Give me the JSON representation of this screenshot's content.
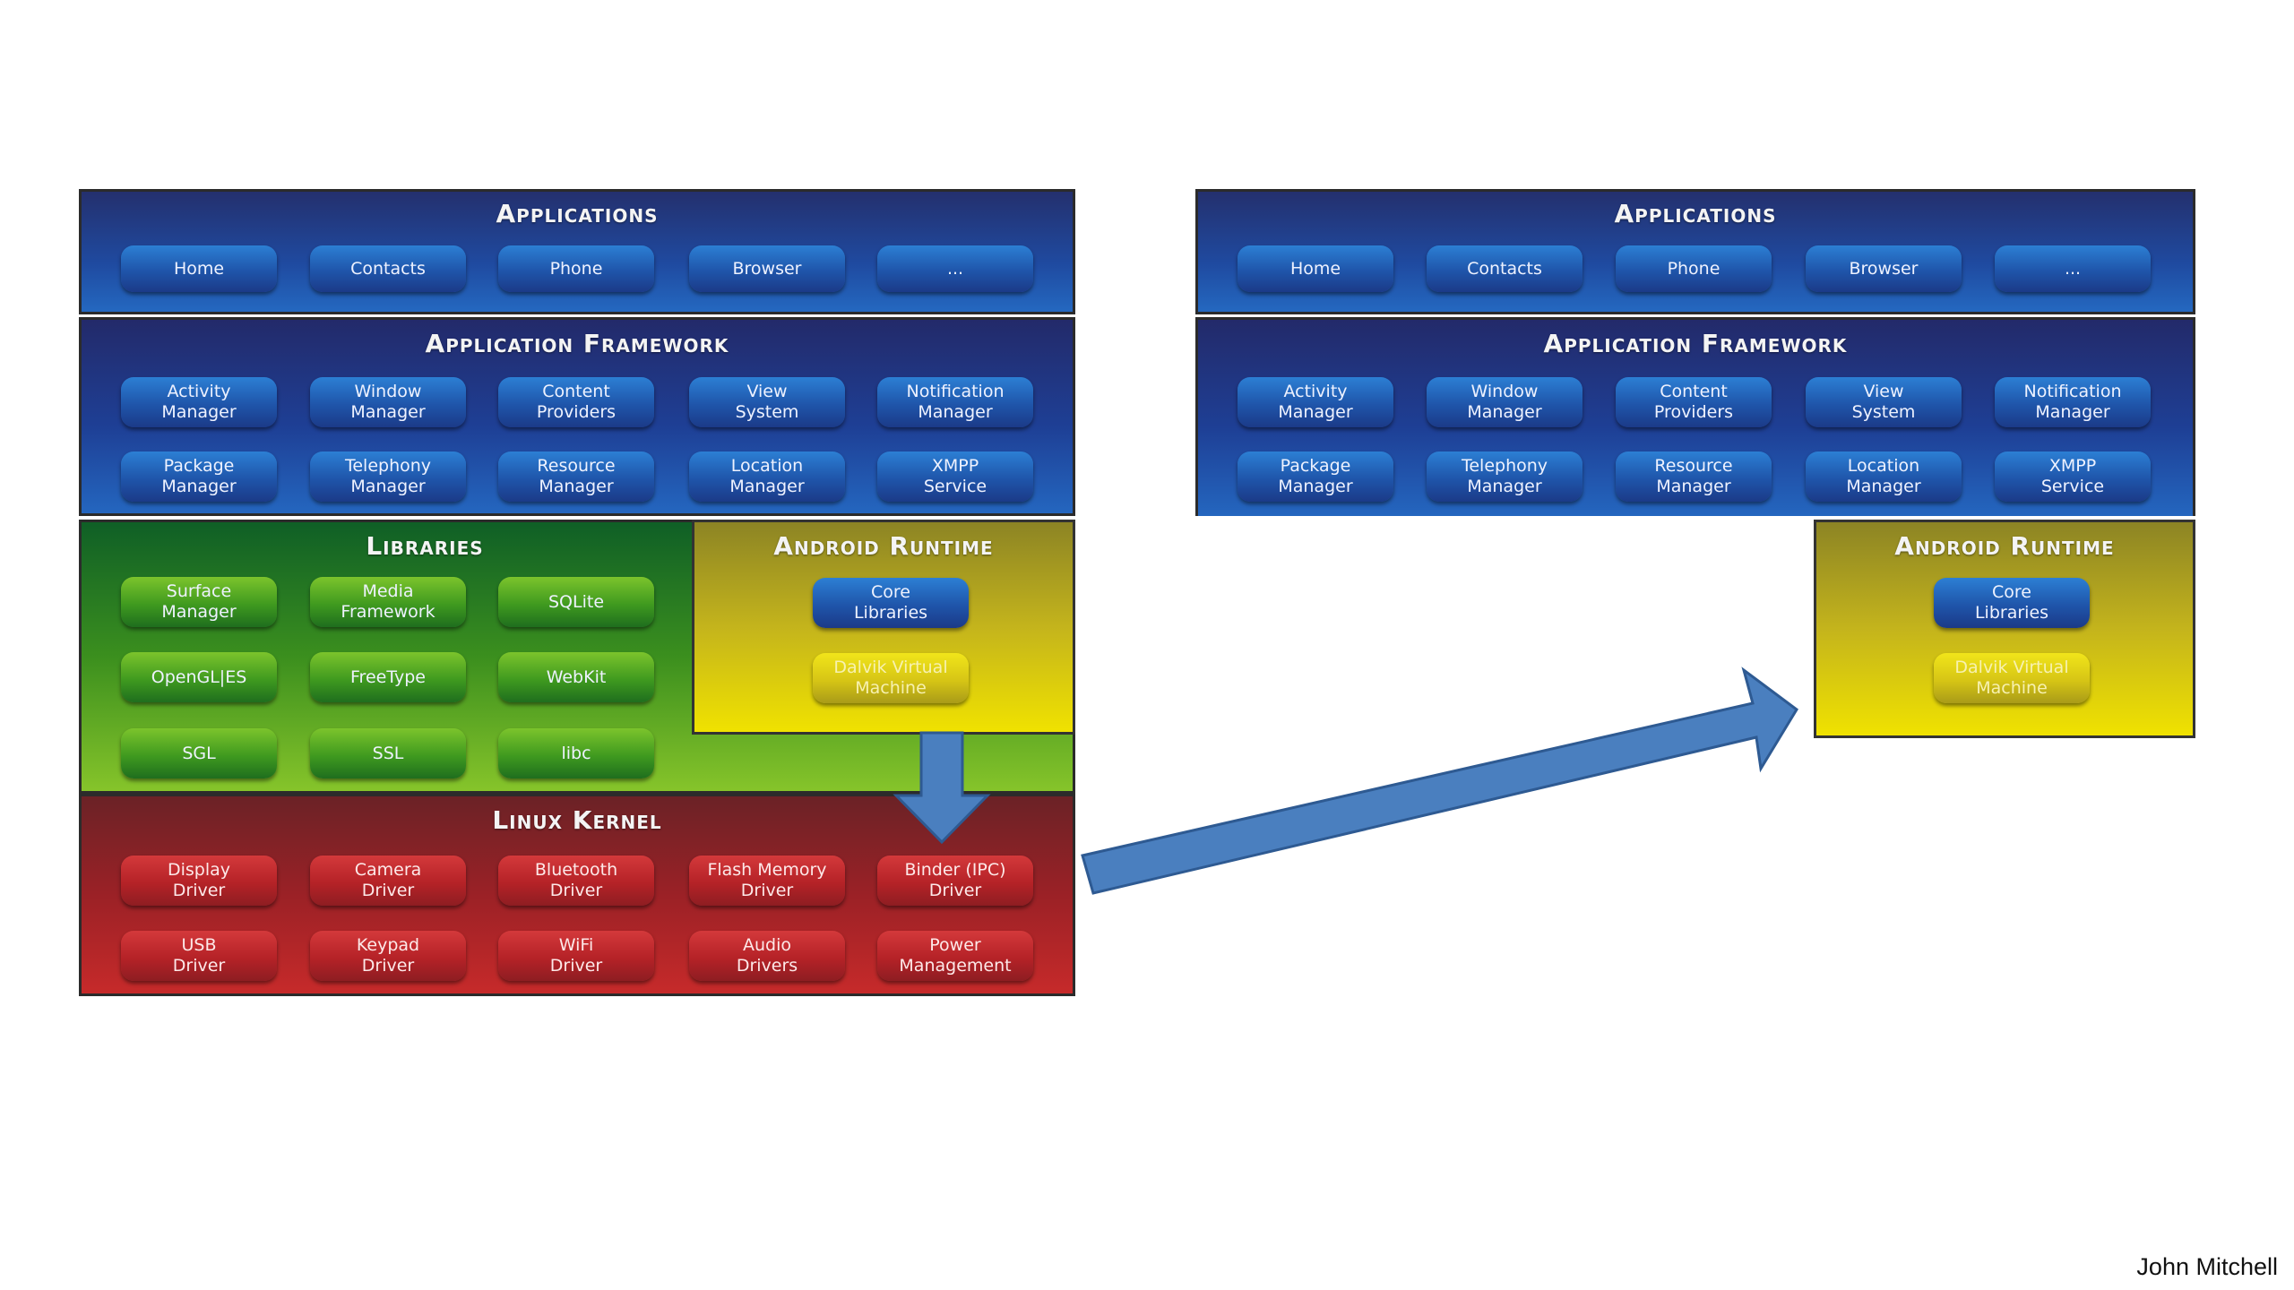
{
  "left_stack": {
    "applications": {
      "title": "Applications",
      "items": [
        "Home",
        "Contacts",
        "Phone",
        "Browser",
        "..."
      ]
    },
    "framework": {
      "title": "Application Framework",
      "row1": [
        "Activity\nManager",
        "Window\nManager",
        "Content\nProviders",
        "View\nSystem",
        "Notification\nManager"
      ],
      "row2": [
        "Package\nManager",
        "Telephony\nManager",
        "Resource\nManager",
        "Location\nManager",
        "XMPP\nService"
      ]
    },
    "libraries": {
      "title": "Libraries",
      "items": [
        "Surface\nManager",
        "Media\nFramework",
        "SQLite",
        "OpenGL|ES",
        "FreeType",
        "WebKit",
        "SGL",
        "SSL",
        "libc"
      ]
    },
    "runtime": {
      "title": "Android Runtime",
      "items": [
        "Core\nLibraries",
        "Dalvik Virtual\nMachine"
      ]
    },
    "kernel": {
      "title": "Linux Kernel",
      "row1": [
        "Display\nDriver",
        "Camera\nDriver",
        "Bluetooth\nDriver",
        "Flash Memory\nDriver",
        "Binder (IPC)\nDriver"
      ],
      "row2": [
        "USB\nDriver",
        "Keypad\nDriver",
        "WiFi\nDriver",
        "Audio\nDrivers",
        "Power\nManagement"
      ]
    }
  },
  "right_stack": {
    "applications": {
      "title": "Applications",
      "items": [
        "Home",
        "Contacts",
        "Phone",
        "Browser",
        "..."
      ]
    },
    "framework": {
      "title": "Application Framework",
      "row1": [
        "Activity\nManager",
        "Window\nManager",
        "Content\nProviders",
        "View\nSystem",
        "Notification\nManager"
      ],
      "row2": [
        "Package\nManager",
        "Telephony\nManager",
        "Resource\nManager",
        "Location\nManager",
        "XMPP\nService"
      ]
    },
    "runtime": {
      "title": "Android Runtime",
      "items": [
        "Core\nLibraries",
        "Dalvik Virtual\nMachine"
      ]
    }
  },
  "arrows": {
    "down_arrow": "runtime-to-kernel",
    "diagonal_arrow": "kernel-to-runtime",
    "color": "#4a7fbf"
  },
  "footer": {
    "author": "John Mitchell"
  }
}
